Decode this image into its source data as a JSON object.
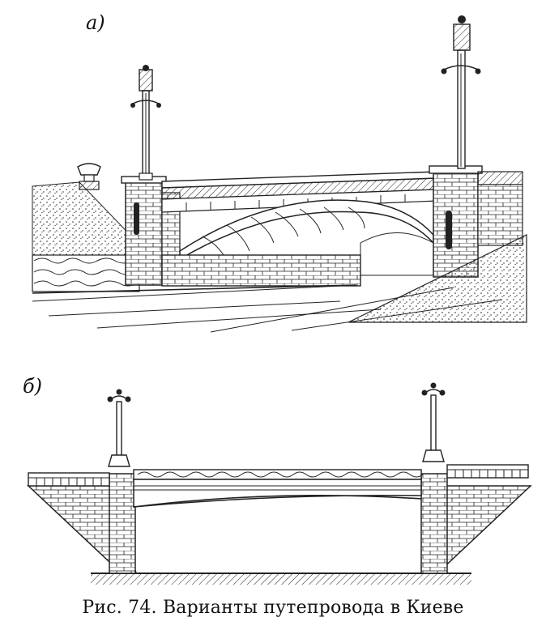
{
  "figure": {
    "panel_a_label": "а)",
    "panel_b_label": "б)",
    "caption": "Рис. 74. Варианты путепровода в Киеве"
  }
}
